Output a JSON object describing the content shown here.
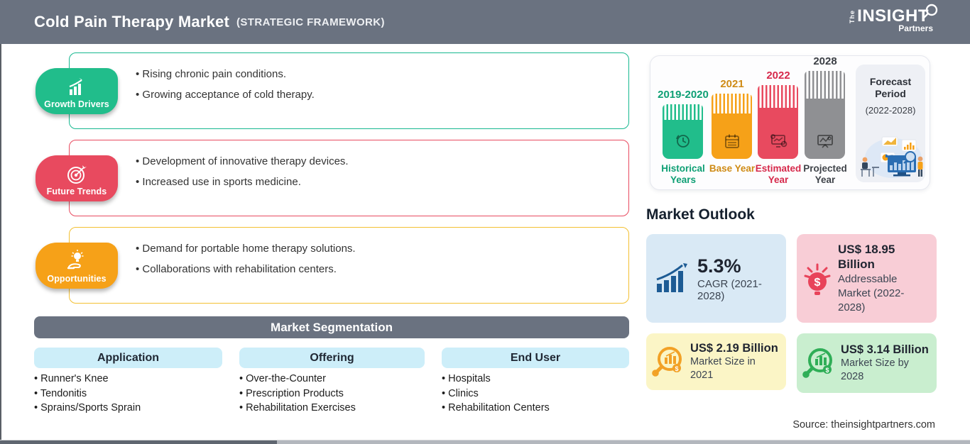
{
  "header": {
    "title": "Cold Pain Therapy Market",
    "subtitle": "(STRATEGIC FRAMEWORK)",
    "logo": {
      "the": "The",
      "insight": "INSIGHT",
      "partners": "Partners"
    }
  },
  "sections": [
    {
      "id": "growth-drivers",
      "label": "Growth Drivers",
      "icon": "growth-chart-icon",
      "color": "#21bd8b",
      "bullets": [
        "Rising chronic pain conditions.",
        "Growing acceptance of cold therapy."
      ]
    },
    {
      "id": "future-trends",
      "label": "Future Trends",
      "icon": "target-dart-icon",
      "color": "#e84a5f",
      "bullets": [
        "Development of innovative therapy devices.",
        "Increased use in sports medicine."
      ]
    },
    {
      "id": "opportunities",
      "label": "Opportunities",
      "icon": "hand-bulb-icon",
      "color": "#f6a118",
      "bullets": [
        "Demand for portable home therapy solutions.",
        "Collaborations with rehabilitation centers."
      ]
    }
  ],
  "segmentation": {
    "title": "Market Segmentation",
    "columns": [
      {
        "header": "Application",
        "items": [
          "Runner's Knee",
          "Tendonitis",
          "Sprains/Sports Sprain"
        ]
      },
      {
        "header": "Offering",
        "items": [
          "Over-the-Counter",
          "Prescription Products",
          "Rehabilitation Exercises"
        ]
      },
      {
        "header": "End User",
        "items": [
          "Hospitals",
          "Clinics",
          "Rehabilitation Centers"
        ]
      }
    ]
  },
  "timeline": {
    "bars": [
      {
        "year": "2019-2020",
        "label": "Historical Years",
        "icon": "clock-icon",
        "color": "#21bd8b"
      },
      {
        "year": "2021",
        "label": "Base Year",
        "icon": "calendar-icon",
        "color": "#f6a118"
      },
      {
        "year": "2022",
        "label": "Estimated Year",
        "icon": "estimate-icon",
        "color": "#e84a5f"
      },
      {
        "year": "2028",
        "label": "Projected Year",
        "icon": "projection-icon",
        "color": "#8f9093"
      }
    ],
    "forecast": {
      "title": "Forecast Period",
      "period": "(2022-2028)"
    }
  },
  "outlook": {
    "title": "Market Outlook",
    "cards": [
      {
        "value": "5.3%",
        "desc": "CAGR (2021-2028)",
        "icon": "cagr-chart-icon",
        "bg": "#d9e9f5",
        "icon_color": "#1d5b94"
      },
      {
        "value": "US$ 18.95 Billion",
        "desc": "Addressable Market (2022-2028)",
        "icon": "bulb-dollar-icon",
        "bg": "#f8cdd6",
        "icon_color": "#e8435a"
      },
      {
        "value": "US$ 2.19 Billion",
        "desc": "Market Size in 2021",
        "icon": "magnifier-chart-icon",
        "bg": "#fbf5c6",
        "icon_color": "#f2a126"
      },
      {
        "value": "US$ 3.14 Billion",
        "desc": "Market Size by 2028",
        "icon": "magnifier-chart-icon",
        "bg": "#c9eecf",
        "icon_color": "#2fae57"
      }
    ]
  },
  "source": "Source: theinsightpartners.com",
  "chart_data": {
    "type": "bar",
    "title": "Cold Pain Therapy Market (Strategic Framework)",
    "categories": [
      "2021",
      "2028"
    ],
    "series": [
      {
        "name": "Market Size (US$ Billion)",
        "values": [
          2.19,
          3.14
        ]
      }
    ],
    "annotations": [
      "CAGR (2021-2028): 5.3%",
      "Addressable Market (2022-2028): US$ 18.95 Billion"
    ],
    "timeline": {
      "historical_years": "2019-2020",
      "base_year": "2021",
      "estimated_year": "2022",
      "projected_year": "2028",
      "forecast_period": "2022-2028"
    },
    "legend_position": "none",
    "grid": false
  }
}
